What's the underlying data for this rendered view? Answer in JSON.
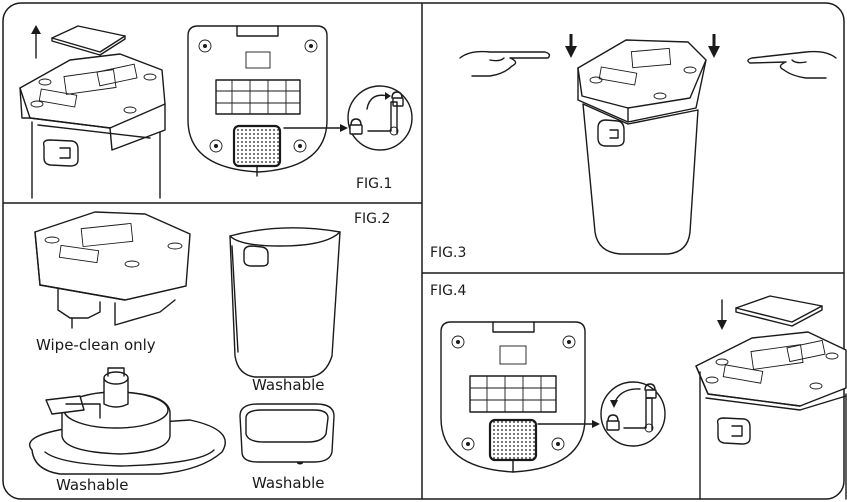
{
  "labels": {
    "fig1": "FIG.1",
    "fig2": "FIG.2",
    "fig3": "FIG.3",
    "fig4": "FIG.4",
    "base_wipe": "Wipe-clean only",
    "tank_washable": "Washable",
    "tray_washable": "Washable",
    "cap_washable": "Washable"
  },
  "icons": [
    "unlock-icon",
    "lock-icon",
    "arrow-up-icon",
    "arrow-down-icon",
    "hand-icon"
  ]
}
